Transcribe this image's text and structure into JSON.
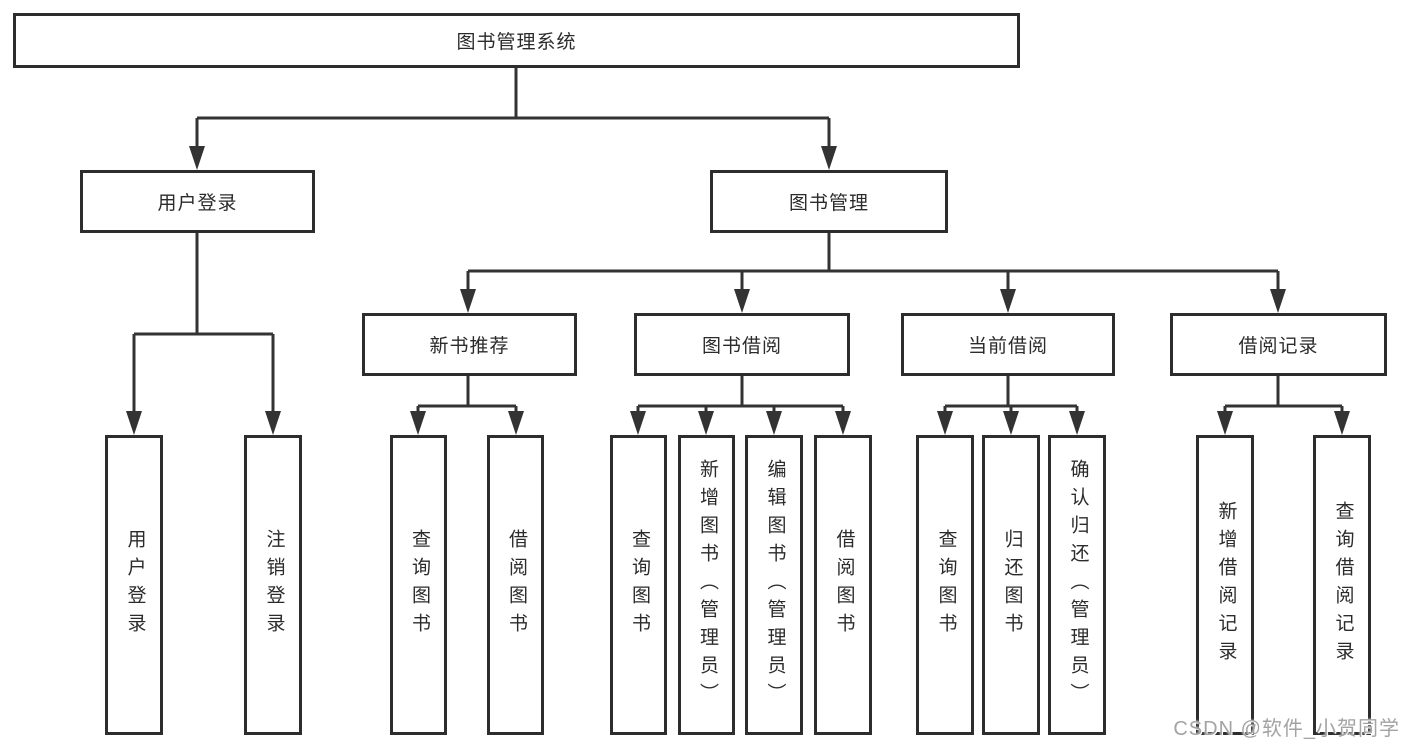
{
  "tree": {
    "root": "图书管理系统",
    "branches": [
      {
        "label": "用户登录",
        "children": [
          "用户登录",
          "注销登录"
        ]
      },
      {
        "label": "图书管理",
        "children": [
          {
            "label": "新书推荐",
            "children": [
              "查询图书",
              "借阅图书"
            ]
          },
          {
            "label": "图书借阅",
            "children": [
              "查询图书",
              "新增图书（管理员）",
              "编辑图书（管理员）",
              "借阅图书"
            ]
          },
          {
            "label": "当前借阅",
            "children": [
              "查询图书",
              "归还图书",
              "确认归还（管理员）"
            ]
          },
          {
            "label": "借阅记录",
            "children": [
              "新增借阅记录",
              "查询借阅记录"
            ]
          }
        ]
      }
    ]
  },
  "watermark": {
    "text": "CSDN @软件_小贺同学"
  },
  "colors": {
    "line": "#333333",
    "box_border": "#2d2d2d",
    "text": "#2b2b2b",
    "watermark": "#a3a3a3",
    "background": "#ffffff"
  }
}
